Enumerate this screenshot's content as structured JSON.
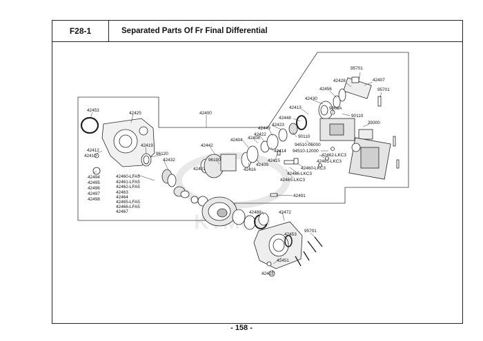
{
  "section_code": "F28-1",
  "title": "Separated Parts Of Fr Final Differential",
  "page_number": "- 158 -",
  "watermark": "KYMCO",
  "parts": [
    {
      "id": "95701a",
      "text": "95701"
    },
    {
      "id": "42407",
      "text": "42407"
    },
    {
      "id": "42428",
      "text": "42428"
    },
    {
      "id": "95701b",
      "text": "95701"
    },
    {
      "id": "42456",
      "text": "42456"
    },
    {
      "id": "42430",
      "text": "42430"
    },
    {
      "id": "9008A",
      "text": "9008A"
    },
    {
      "id": "42413",
      "text": "42413"
    },
    {
      "id": "90110a",
      "text": "90110"
    },
    {
      "id": "42448",
      "text": "42448"
    },
    {
      "id": "39300",
      "text": "39300"
    },
    {
      "id": "42400",
      "text": "42400"
    },
    {
      "id": "42453a",
      "text": "42453"
    },
    {
      "id": "42425",
      "text": "42425"
    },
    {
      "id": "42449",
      "text": "42449"
    },
    {
      "id": "42423",
      "text": "42423"
    },
    {
      "id": "42422",
      "text": "42422"
    },
    {
      "id": "42404",
      "text": "42404"
    },
    {
      "id": "42408",
      "text": "42408"
    },
    {
      "id": "90110b",
      "text": "90110"
    },
    {
      "id": "94510-05000",
      "text": "94510-05000"
    },
    {
      "id": "94510-12000",
      "text": "94510-12000"
    },
    {
      "id": "42462-LKC3",
      "text": "42462-LKC3"
    },
    {
      "id": "42461-LKC3",
      "text": "42461-LKC3"
    },
    {
      "id": "42460-LKC3",
      "text": "42460-LKC3"
    },
    {
      "id": "42466-LKC3",
      "text": "42466-LKC3"
    },
    {
      "id": "42465-LKC3",
      "text": "42465-LKC3"
    },
    {
      "id": "42442",
      "text": "42442"
    },
    {
      "id": "42414",
      "text": "42414"
    },
    {
      "id": "42415",
      "text": "42415"
    },
    {
      "id": "42409",
      "text": "42409"
    },
    {
      "id": "42416",
      "text": "42416"
    },
    {
      "id": "96100",
      "text": "96100"
    },
    {
      "id": "42401",
      "text": "42401"
    },
    {
      "id": "42412",
      "text": "42412"
    },
    {
      "id": "42410",
      "text": "42410"
    },
    {
      "id": "42419",
      "text": "42419"
    },
    {
      "id": "96120",
      "text": "96120"
    },
    {
      "id": "42432",
      "text": "42432"
    },
    {
      "id": "42494",
      "text": "42494"
    },
    {
      "id": "42495",
      "text": "42495"
    },
    {
      "id": "42496",
      "text": "42496"
    },
    {
      "id": "42497",
      "text": "42497"
    },
    {
      "id": "42498",
      "text": "42498"
    },
    {
      "id": "42460-LFA5",
      "text": "42460-LFA5"
    },
    {
      "id": "42461-LFA5",
      "text": "42461-LFA5"
    },
    {
      "id": "42462-LFA5",
      "text": "42462-LFA5"
    },
    {
      "id": "42463",
      "text": "42463"
    },
    {
      "id": "42464",
      "text": "42464"
    },
    {
      "id": "42465-LFA5",
      "text": "42465-LFA5"
    },
    {
      "id": "42466-LFA5",
      "text": "42466-LFA5"
    },
    {
      "id": "42467",
      "text": "42467"
    },
    {
      "id": "42491",
      "text": "42491"
    },
    {
      "id": "42488",
      "text": "42488"
    },
    {
      "id": "42472",
      "text": "42472"
    },
    {
      "id": "95701c",
      "text": "95701"
    },
    {
      "id": "42453b",
      "text": "42453"
    },
    {
      "id": "42451",
      "text": "42451"
    },
    {
      "id": "42402",
      "text": "42402"
    }
  ]
}
